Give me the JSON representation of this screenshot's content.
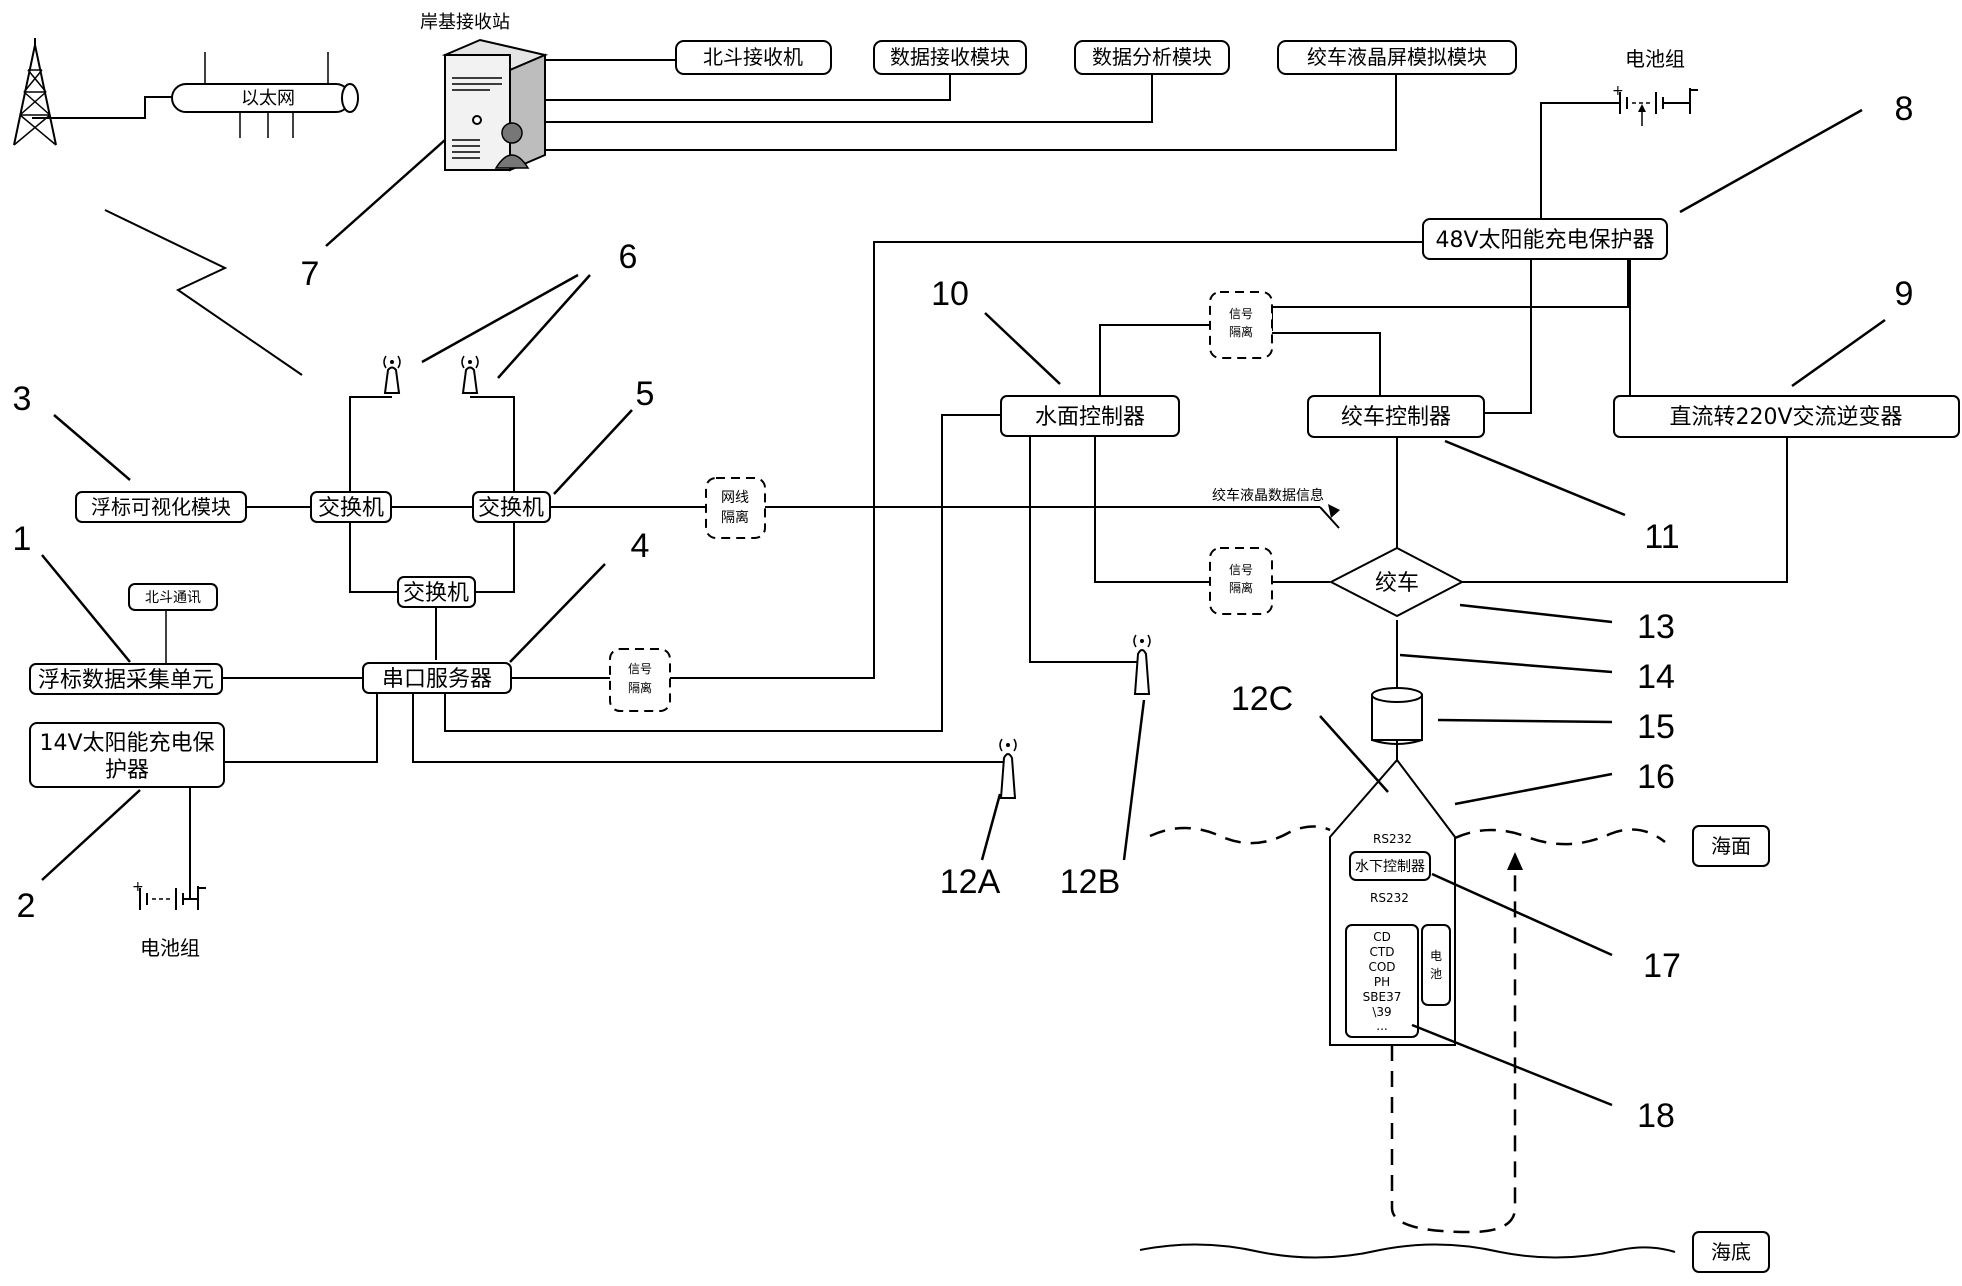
{
  "shore": {
    "title": "岸基接收站",
    "modules": [
      "北斗接收机",
      "数据接收模块",
      "数据分析模块",
      "绞车液晶屏模拟模块"
    ]
  },
  "ethernet": "以太网",
  "battery_top": "电池组",
  "battery_bottom": "电池组",
  "buoy_vis": "浮标可视化模块",
  "switch": "交换机",
  "beidou_comm": "北斗通讯",
  "buoy_daq": "浮标数据采集单元",
  "serial_server": "串口服务器",
  "solar14": [
    "14V太阳能充电保",
    "护器"
  ],
  "solar48": "48V太阳能充电保护器",
  "inverter": "直流转220V交流逆变器",
  "surface_ctrl": "水面控制器",
  "winch_ctrl": "绞车控制器",
  "winch": "绞车",
  "net_iso": [
    "网线",
    "隔离"
  ],
  "sig_iso": [
    "信号",
    "隔离"
  ],
  "lcd_info": "绞车液晶数据信息",
  "rs232": "RS232",
  "under_ctrl": "水下控制器",
  "sensors": [
    "CD",
    "CTD",
    "COD",
    "PH",
    "SBE37",
    "\\39",
    "..."
  ],
  "battery_inner": [
    "电",
    "池"
  ],
  "sea_surface": "海面",
  "sea_bottom": "海底",
  "labels": {
    "n1": "1",
    "n2": "2",
    "n3": "3",
    "n4": "4",
    "n5": "5",
    "n6": "6",
    "n7": "7",
    "n8": "8",
    "n9": "9",
    "n10": "10",
    "n11": "11",
    "n12a": "12A",
    "n12b": "12B",
    "n12c": "12C",
    "n13": "13",
    "n14": "14",
    "n15": "15",
    "n16": "16",
    "n17": "17",
    "n18": "18"
  }
}
